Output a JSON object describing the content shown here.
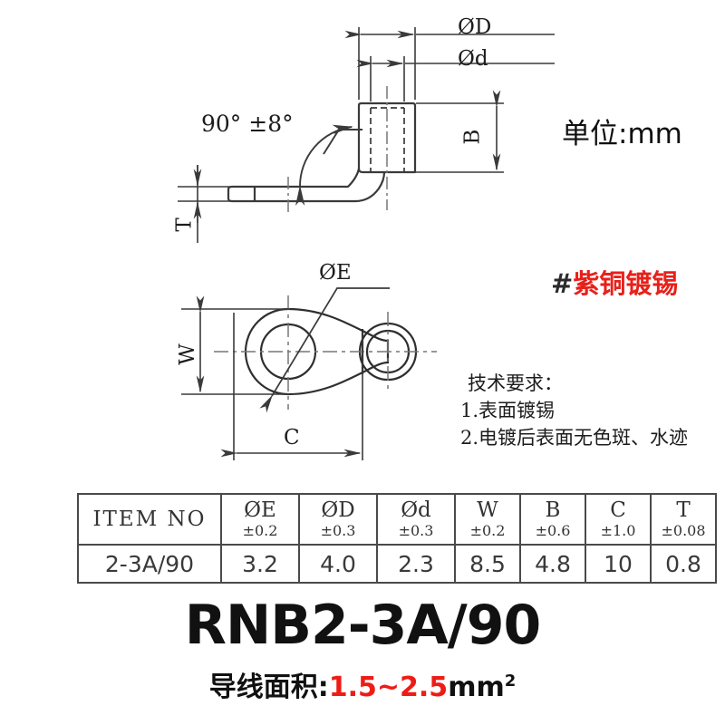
{
  "sheet": {
    "unit_label": "单位:mm",
    "material_hash": "#",
    "material_label": "紫铜镀锡"
  },
  "tech_requirements": {
    "heading": "技术要求：",
    "items": [
      "1.表面镀锡",
      "2.电镀后表面无色斑、水迹"
    ]
  },
  "title_block": {
    "part_number": "RNB2-3A/90",
    "wire_label": "导线面积:",
    "wire_range": "1.5~2.5",
    "wire_unit": "mm",
    "wire_unit_sup": "2"
  },
  "side_view": {
    "angle_label": "90°  ±8°",
    "dim_D": "ØD",
    "dim_d": "Ød",
    "dim_B": "B",
    "dim_T": "T"
  },
  "plan_view": {
    "dim_E": "ØE",
    "dim_W": "W",
    "dim_C": "C"
  },
  "spec_table": {
    "headers": [
      {
        "symbol": "ITEM NO",
        "tolerance": ""
      },
      {
        "symbol": "ØE",
        "tolerance": "±0.2"
      },
      {
        "symbol": "ØD",
        "tolerance": "±0.3"
      },
      {
        "symbol": "Ød",
        "tolerance": "±0.3"
      },
      {
        "symbol": "W",
        "tolerance": "±0.2"
      },
      {
        "symbol": "B",
        "tolerance": "±0.6"
      },
      {
        "symbol": "C",
        "tolerance": "±1.0"
      },
      {
        "symbol": "T",
        "tolerance": "±0.08"
      }
    ],
    "rows": [
      {
        "item_no": "2-3A/90",
        "E": "3.2",
        "D": "4.0",
        "d": "2.3",
        "W": "8.5",
        "B": "4.8",
        "C": "10",
        "T": "0.8"
      }
    ]
  },
  "colors": {
    "line": "#3a3a3a",
    "red": "#e8201a",
    "text": "#1a1a1a"
  }
}
